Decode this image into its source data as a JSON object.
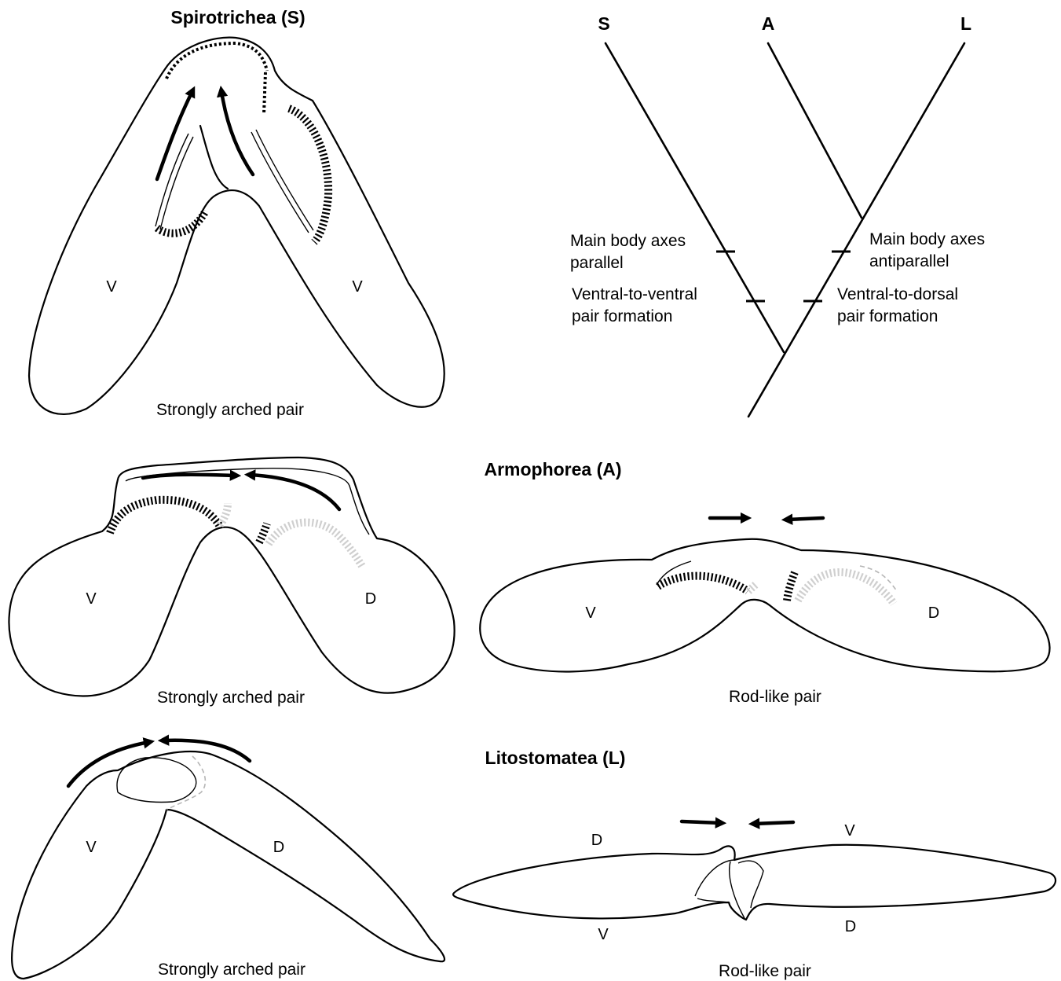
{
  "panels": {
    "spirotrichea": {
      "title": "Spirotrichea (S)",
      "caption": "Strongly arched pair",
      "left_mark": "V",
      "right_mark": "V"
    },
    "armophorea": {
      "title": "Armophorea (A)",
      "arched": {
        "caption": "Strongly arched pair",
        "left_mark": "V",
        "right_mark": "D"
      },
      "rod": {
        "caption": "Rod-like pair",
        "left_mark": "V",
        "right_mark": "D"
      }
    },
    "litostomatea": {
      "title": "Litostomatea (L)",
      "arched": {
        "caption": "Strongly arched pair",
        "left_mark": "V",
        "right_mark": "D"
      },
      "rod": {
        "caption": "Rod-like pair",
        "top_left_mark": "D",
        "bottom_left_mark": "V",
        "top_right_mark": "V",
        "bottom_right_mark": "D"
      }
    }
  },
  "tree": {
    "tips": [
      "S",
      "A",
      "L"
    ],
    "left_notes": {
      "axes": [
        "Main body axes",
        "parallel"
      ],
      "pairing": [
        "Ventral-to-ventral",
        "pair formation"
      ]
    },
    "right_notes": {
      "axes": [
        "Main body axes",
        "antiparallel"
      ],
      "pairing": [
        "Ventral-to-dorsal",
        "pair formation"
      ]
    }
  },
  "colors": {
    "ink": "#000000",
    "faded_cilia": "#cfcfcf"
  }
}
